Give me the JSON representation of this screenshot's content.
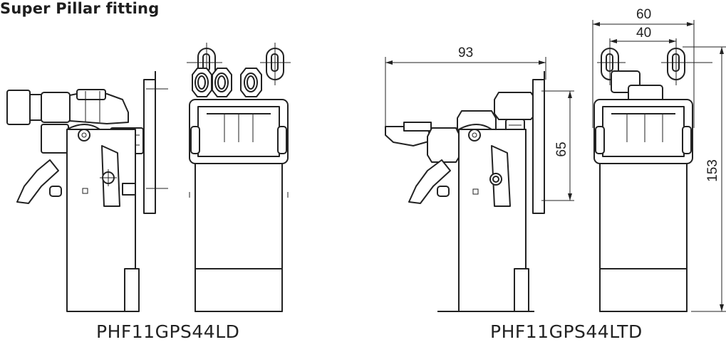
{
  "title": "Super Pillar fitting",
  "views": [
    {
      "model": "PHF11GPS44LD"
    },
    {
      "model": "PHF11GPS44LTD"
    }
  ],
  "dimensions": {
    "length": "93",
    "height_mid": "65",
    "width_outer": "60",
    "width_inner": "40",
    "height_total": "153"
  }
}
